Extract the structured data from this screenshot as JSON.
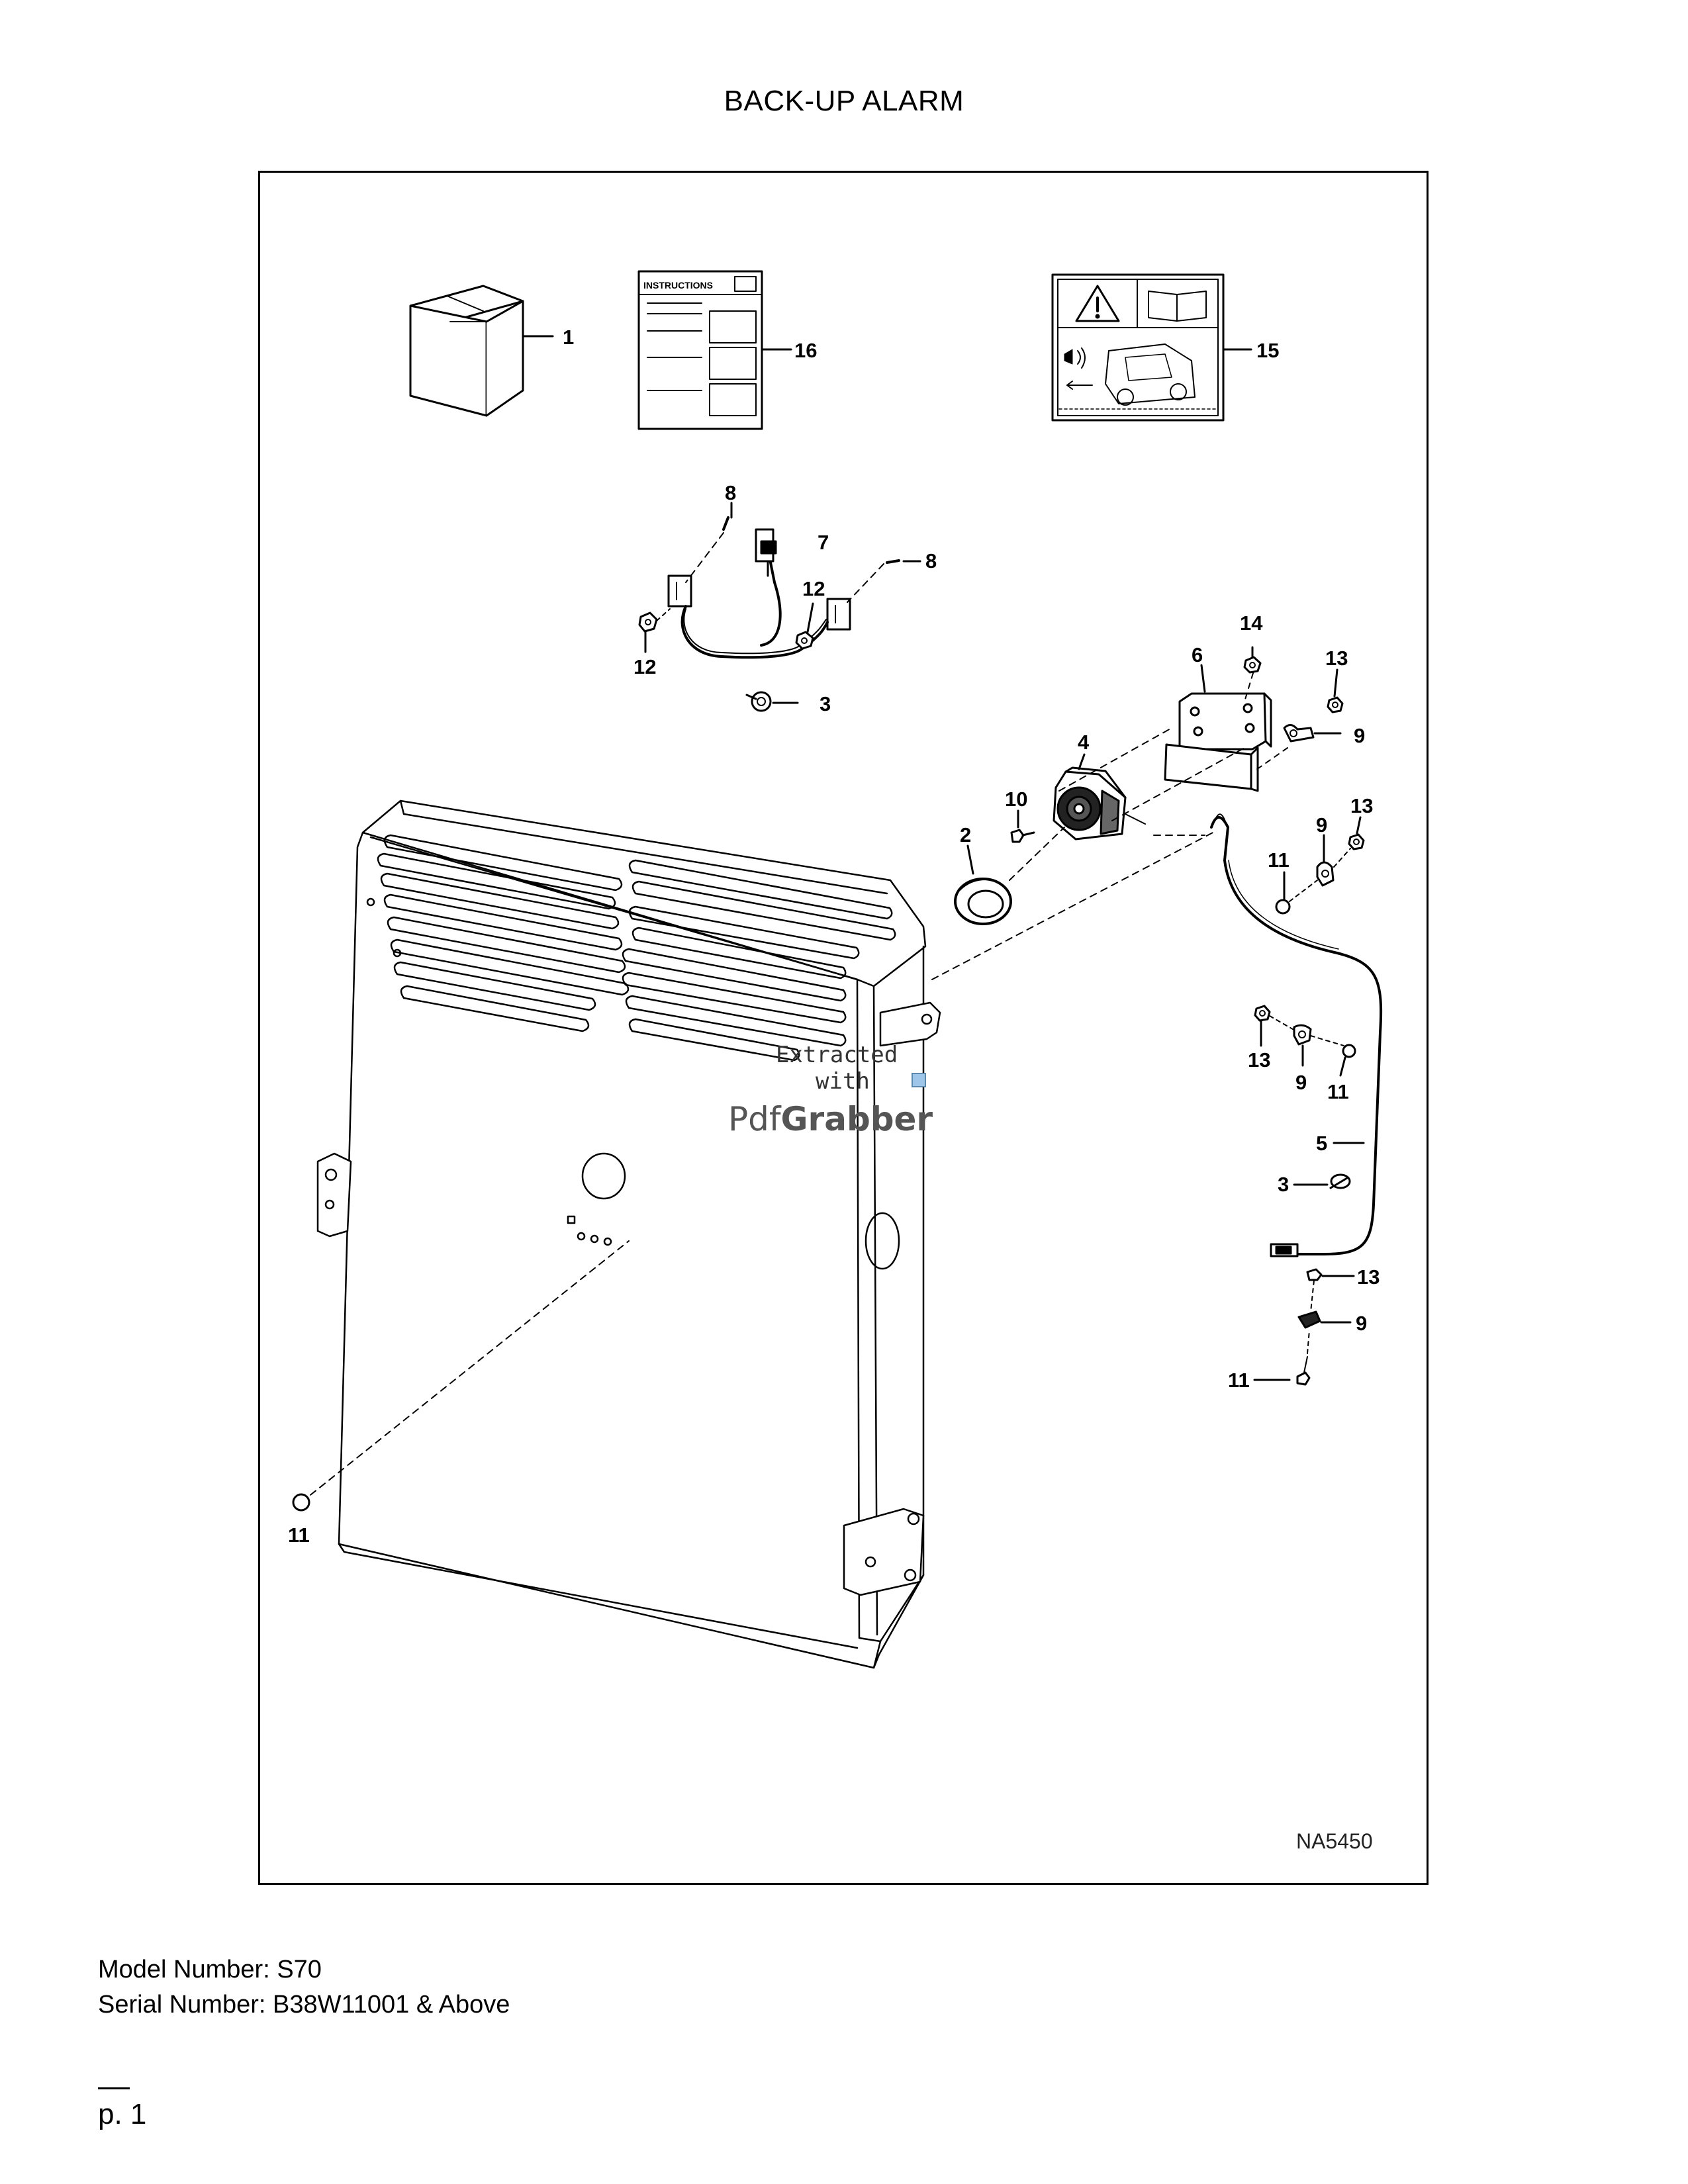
{
  "title": "BACK-UP ALARM",
  "figure_id": "NA5450",
  "watermark": {
    "line1": "Extracted",
    "line2": "with",
    "brand_a": "Pdf",
    "brand_b": "Grabber"
  },
  "instructions_heading": "INSTRUCTIONS",
  "callouts": {
    "c1": "1",
    "c16": "16",
    "c15": "15",
    "c8a": "8",
    "c7": "7",
    "c12a": "12",
    "c8b": "8",
    "c12b": "12",
    "c3a": "3",
    "c14": "14",
    "c6": "6",
    "c13a": "13",
    "c9a": "9",
    "c4": "4",
    "c10": "10",
    "c2": "2",
    "c13b": "13",
    "c9b": "9",
    "c11a": "11",
    "c13c": "13",
    "c9c": "9",
    "c11b": "11",
    "c5": "5",
    "c3b": "3",
    "c13d": "13",
    "c9d": "9",
    "c11c": "11",
    "c11d": "11"
  },
  "footer": {
    "model": "Model Number: S70",
    "serial": "Serial Number: B38W11001 & Above"
  },
  "page_number": "p. 1"
}
